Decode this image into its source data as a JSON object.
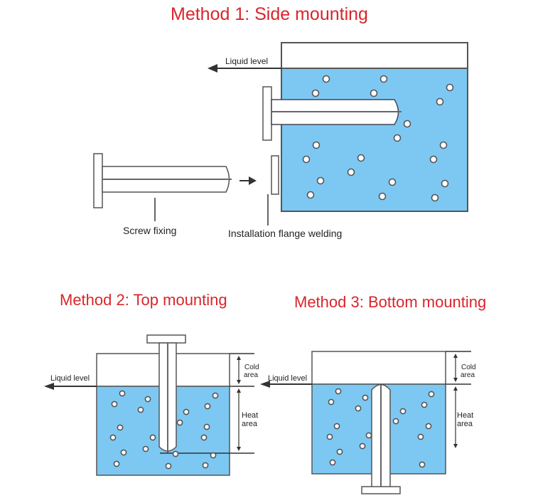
{
  "colors": {
    "title": "#d9252b",
    "liquid": "#7dc8f2",
    "outline": "#555555",
    "text": "#222222"
  },
  "method1": {
    "title": "Method 1: Side mounting",
    "liquid_level_label": "Liquid level",
    "screw_fixing_label": "Screw fixing",
    "flange_label": "Installation flange welding"
  },
  "method2": {
    "title": "Method 2: Top mounting",
    "liquid_level_label": "Liquid level",
    "cold_area_label": [
      "Cold",
      "area"
    ],
    "heat_area_label": [
      "Heat",
      "area"
    ]
  },
  "method3": {
    "title": "Method 3: Bottom mounting",
    "liquid_level_label": "Liquid level",
    "cold_area_label": [
      "Cold",
      "area"
    ],
    "heat_area_label": [
      "Heat",
      "area"
    ]
  }
}
